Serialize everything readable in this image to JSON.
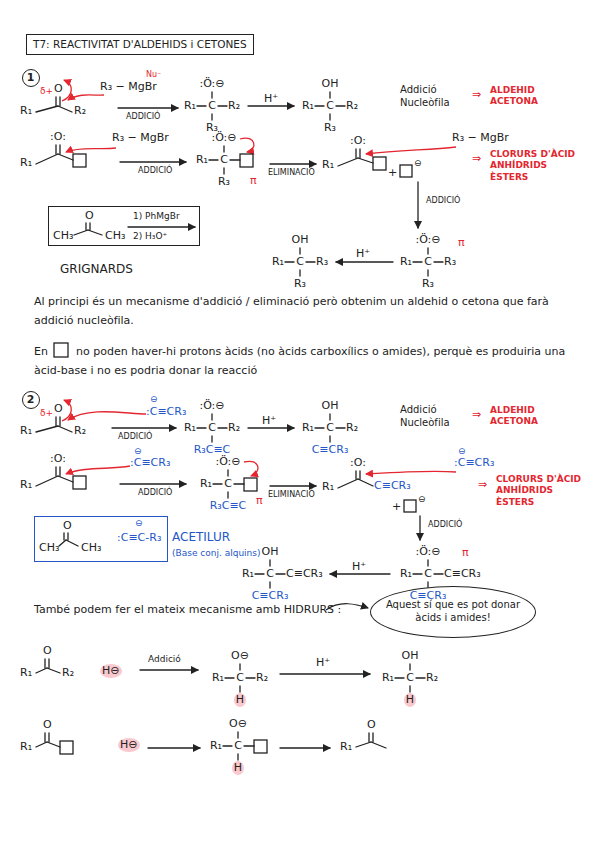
{
  "diagram": {
    "title": "T7: REACTIVITAT D'ALDEHIDS i CETONES",
    "nodes": [
      {
        "text": [
          "1"
        ]
      },
      {
        "text": [
          "CH₃",
          "O",
          "CH₃",
          "1) PhMgBr",
          "2) H₃O⁺"
        ]
      },
      {
        "text": [
          "2"
        ]
      },
      {
        "text": [
          "O",
          "CH₃",
          "CH₃",
          "⊖",
          ":C≡C-R₃"
        ]
      },
      {
        "text": [
          "Aquest sí que es pot donar àcids i amides!"
        ]
      }
    ],
    "labels": [
      "δ+",
      "O",
      "R₁",
      "R₂",
      "Nu⁻",
      "R₃ − MgBr",
      "ADDICIÓ",
      ":Ö:⊖",
      "R₁",
      "C",
      "R₂",
      "R₃",
      "H⁺",
      "OH",
      "R₁",
      "C",
      "R₂",
      "R₃",
      "Addició Nucleòfila",
      "⇒",
      "ALDEHID ACETONA",
      ":O:",
      "R₁",
      "R₃ − MgBr",
      "ADDICIÓ",
      ":Ö:⊖",
      "R₁",
      "C",
      "R₃",
      "π",
      "ELIMINACIÓ",
      ":O:",
      "R₁",
      "+",
      "⊖",
      "R₃ − MgBr",
      "⇒",
      "CLORURS D'ÀCID ANHÍDRIDS ÈSTERS",
      "ADDICIÓ",
      ":Ö:⊖",
      "R₁",
      "C",
      "R₃",
      "R₃",
      "π",
      "H⁺",
      "OH",
      "R₁",
      "C",
      "R₃",
      "R₃",
      "GRIGNARDS",
      "Al principi és un mecanisme d'addició / eliminació però obtenim un aldehid o cetona que farà addició nucleòfila.",
      "En",
      "no poden haver-hi protons àcids (no àcids carboxílics o amides), perquè es produiria una àcid-base i no es podria donar la reacció",
      "δ+",
      "O",
      "R₁",
      "R₂",
      "⊖",
      ":C≡CR₃",
      "ADDICIÓ",
      ":Ö:⊖",
      "R₁",
      "C",
      "R₂",
      "R₃C≡C",
      "H⁺",
      "OH",
      "R₁",
      "C",
      "R₂",
      "C≡CR₃",
      "Addició Nucleòfila",
      "⇒",
      "ALDEHID ACETONA",
      ":O:",
      "R₁",
      "⊖",
      ":C≡CR₃",
      "ADDICIÓ",
      ":Ö:⊖",
      "R₁",
      "C",
      "R₃C≡C",
      "π",
      "ELIMINACIÓ",
      ":O:",
      "R₁",
      "C≡CR₃",
      "+",
      "⊖",
      "⊖",
      ":C≡CR₃",
      "⇒",
      "CLORURS D'ÀCID ANHÍDRIDS ÈSTERS",
      "ADDICIÓ",
      ":Ö:⊖",
      "R₁",
      "C",
      "C≡CR₃",
      "C≡CR₃",
      "π",
      "H⁺",
      "OH",
      "R₁",
      "C",
      "C≡CR₃",
      "C≡CR₃",
      "ACETILUR",
      "(Base conj. alquins)",
      "També podem fer el mateix mecanisme amb HIDRURS :",
      "O",
      "R₁",
      "R₂",
      "H⊖",
      "Addició",
      "O⊖",
      "R₁",
      "C",
      "R₂",
      "H",
      "H⁺",
      "OH",
      "R₁",
      "C",
      "R₂",
      "H",
      "O",
      "R₁",
      "H⊖",
      "O⊖",
      "R₁",
      "C",
      "H",
      "O",
      "R₁"
    ]
  }
}
